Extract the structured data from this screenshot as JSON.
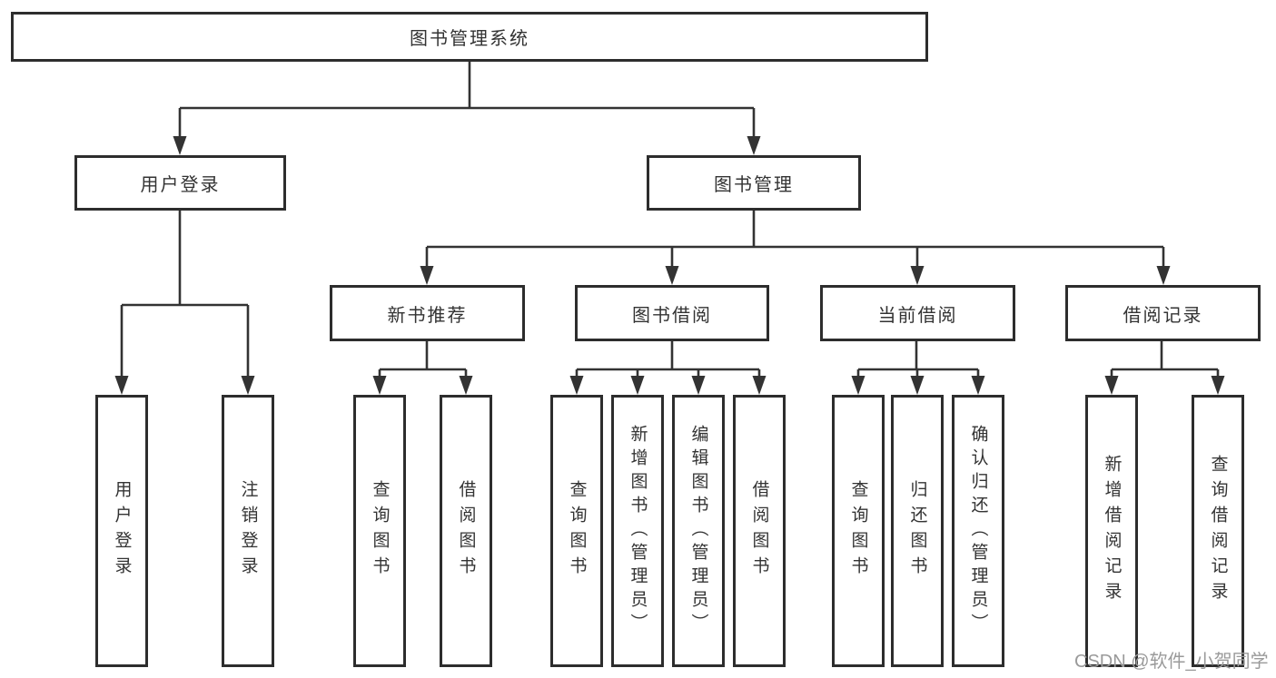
{
  "diagram": {
    "title": "图书管理系统",
    "level2": {
      "user_login": "用户登录",
      "book_mgmt": "图书管理"
    },
    "level3": {
      "new_book_rec": "新书推荐",
      "book_borrow": "图书借阅",
      "current_borrow": "当前借阅",
      "borrow_records": "借阅记录"
    },
    "leaves": {
      "user_login": {
        "login": "用户登录",
        "logout": "注销登录"
      },
      "new_book_rec": {
        "query": "查询图书",
        "borrow": "借阅图书"
      },
      "book_borrow": {
        "query": "查询图书",
        "add": "新增图书（管理员）",
        "edit": "编辑图书（管理员）",
        "borrow": "借阅图书"
      },
      "current_borrow": {
        "query": "查询图书",
        "return": "归还图书",
        "confirm": "确认归还（管理员）"
      },
      "borrow_records": {
        "add": "新增借阅记录",
        "query": "查询借阅记录"
      }
    }
  },
  "watermark": "CSDN @软件_小贺同学",
  "colors": {
    "line": "#333333",
    "border": "#2d2d2d",
    "text": "#333333",
    "watermark": "#9a9a9a"
  }
}
